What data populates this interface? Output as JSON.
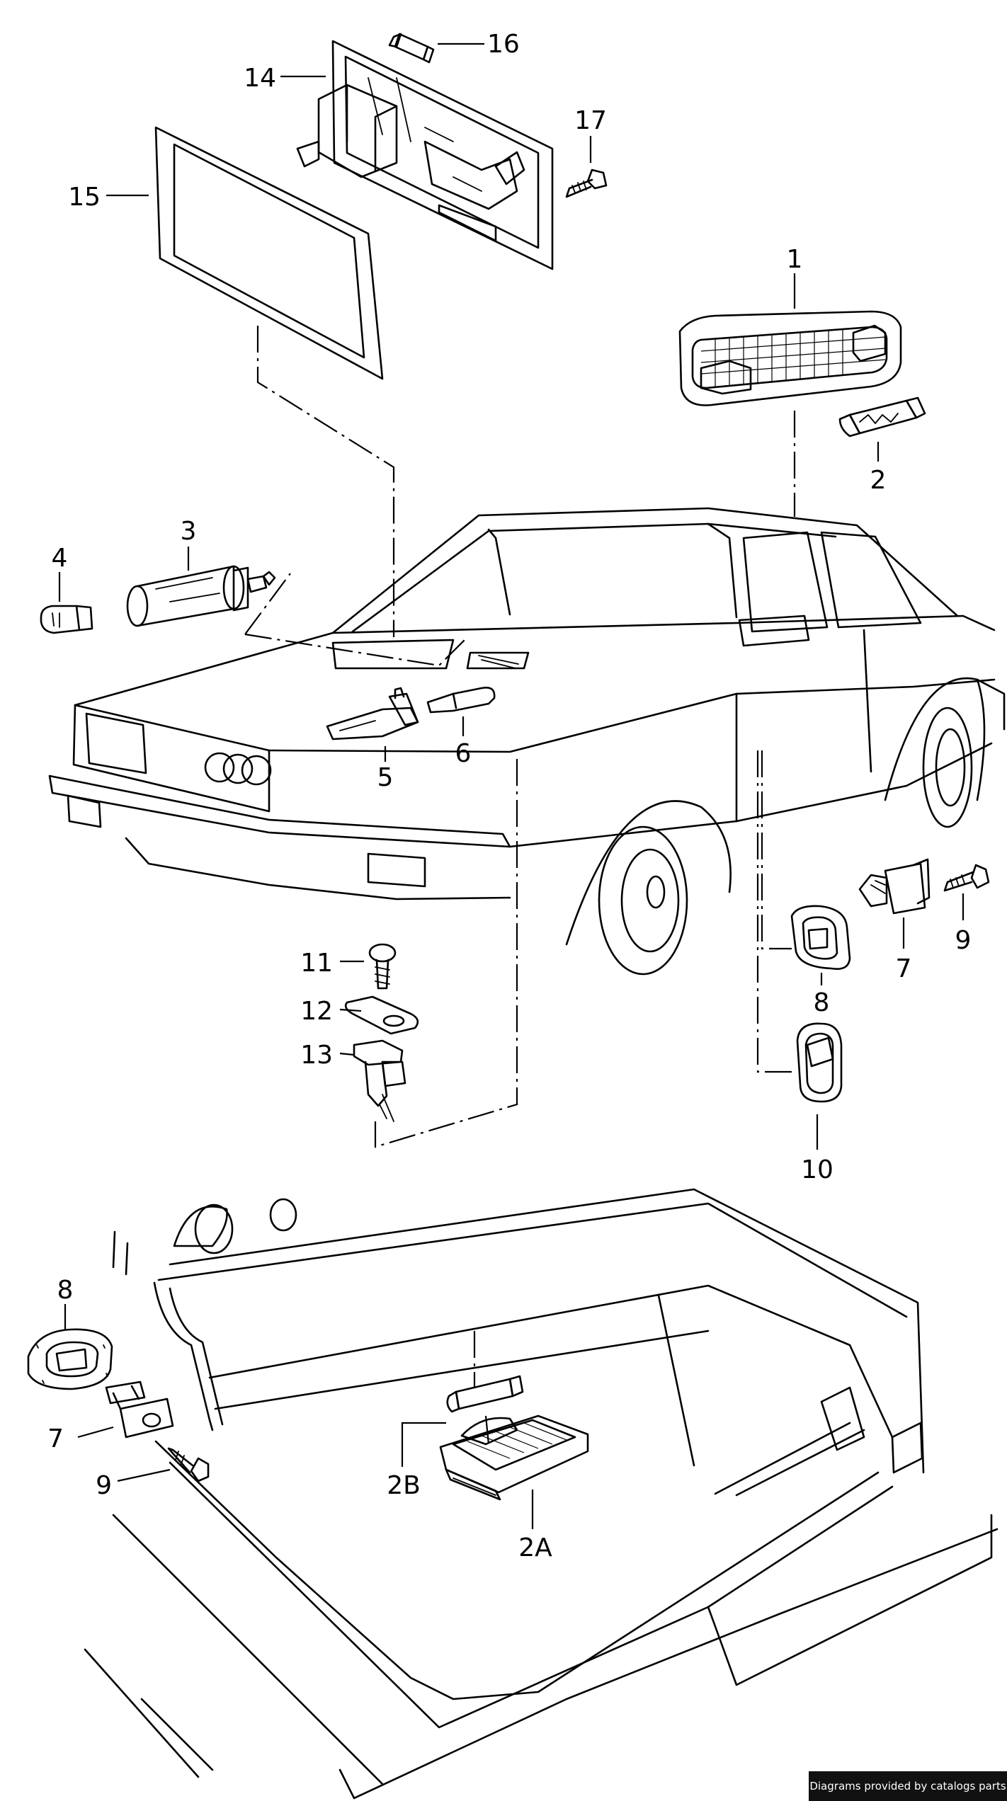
{
  "callouts": {
    "c1": "1",
    "c2": "2",
    "c3": "3",
    "c4": "4",
    "c5": "5",
    "c6": "6",
    "c7": "7",
    "c8": "8",
    "c9": "9",
    "c10": "10",
    "c11": "11",
    "c12": "12",
    "c13": "13",
    "c14": "14",
    "c15": "15",
    "c16": "16",
    "c17": "17",
    "c8b": "8",
    "c7b": "7",
    "c9b": "9",
    "c2b": "2B",
    "c2a": "2A"
  },
  "footer": {
    "credit": "Diagrams provided by catalogs parts"
  }
}
